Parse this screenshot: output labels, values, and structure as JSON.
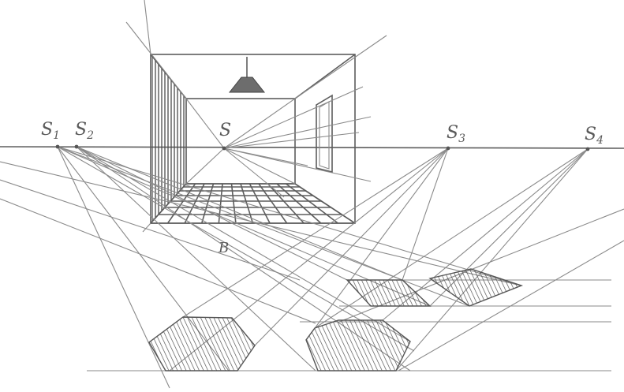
{
  "labels": {
    "s1": "S",
    "s1_sub": "1",
    "s2": "S",
    "s2_sub": "2",
    "s": "S",
    "s3": "S",
    "s3_sub": "3",
    "s4": "S",
    "s4_sub": "4",
    "b": "B"
  }
}
